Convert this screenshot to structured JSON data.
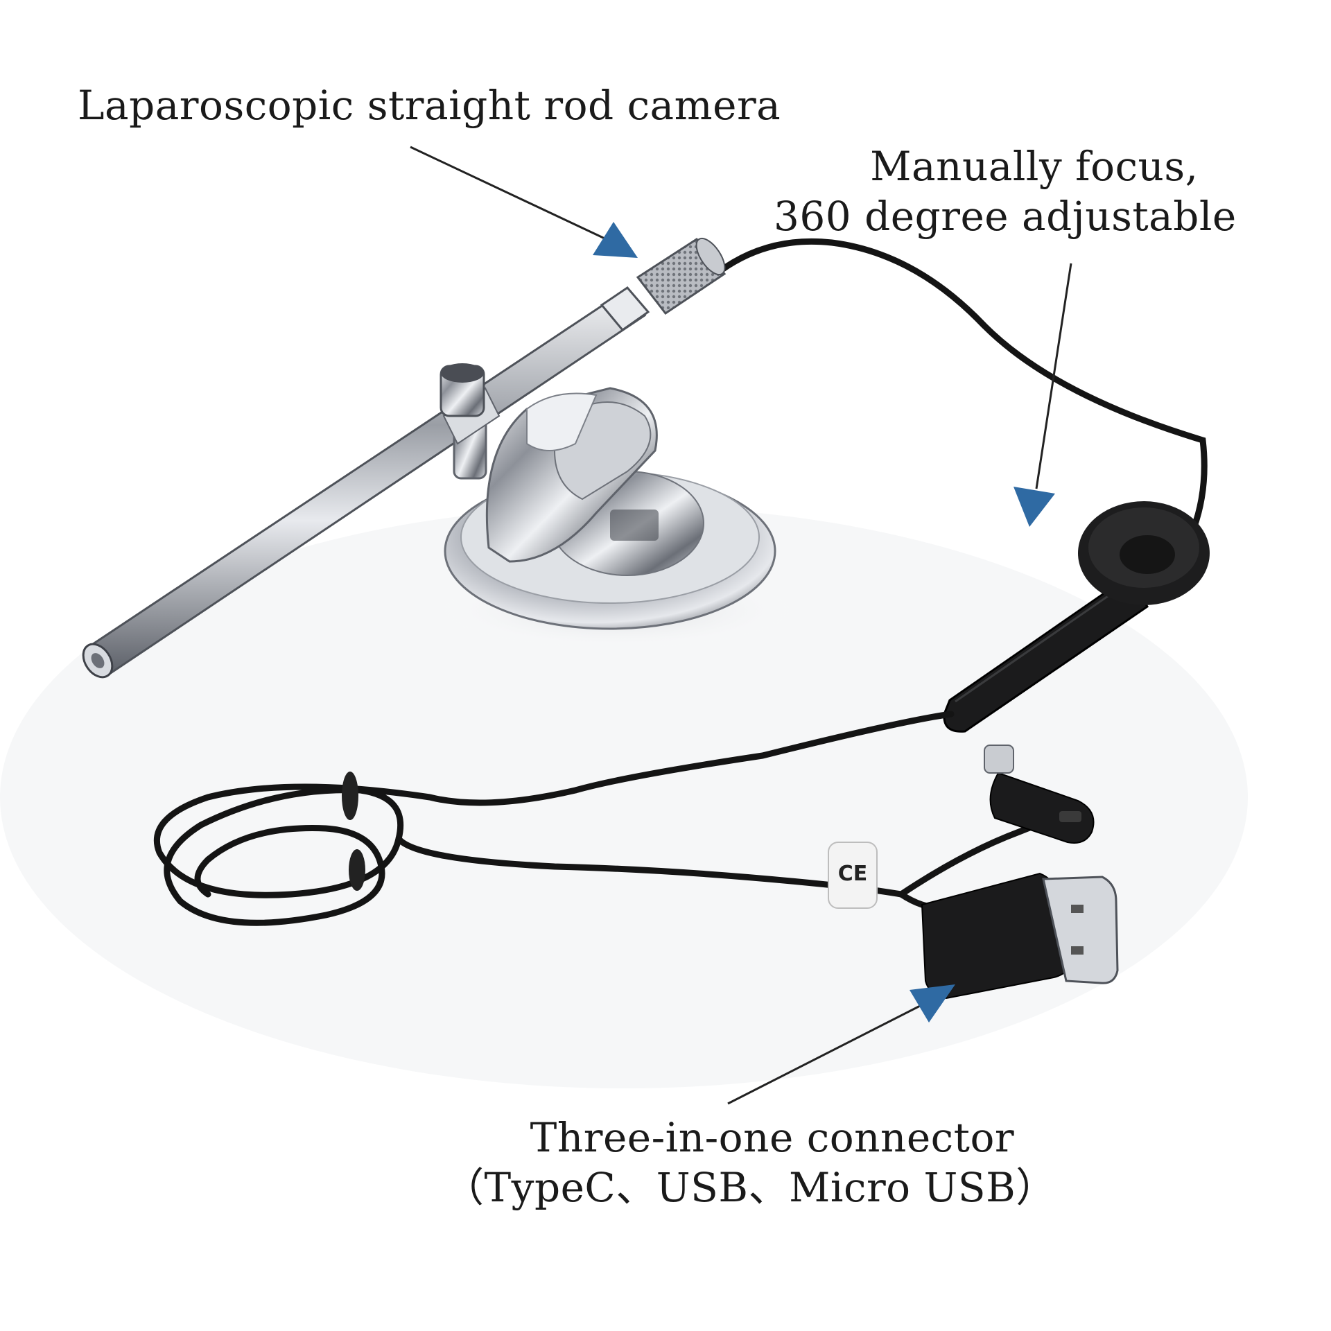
{
  "captions": {
    "rod_camera": "Laparoscopic straight rod camera",
    "focus_line1": "Manually focus,",
    "focus_line2": "360 degree adjustable",
    "connector_line1": "Three-in-one connector",
    "connector_line2": "（TypeC、USB、Micro USB）"
  },
  "cable_label_text": "CE",
  "colors": {
    "arrow_blue": "#2f6aa3",
    "chrome": "#c9ccd1",
    "cable_black": "#141414"
  }
}
